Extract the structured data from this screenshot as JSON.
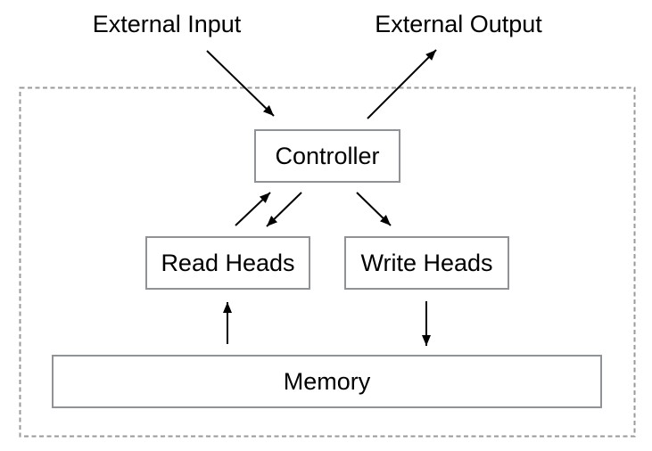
{
  "diagram": {
    "title_implied": "Neural Turing Machine architecture",
    "external_labels": {
      "input": "External Input",
      "output": "External Output"
    },
    "nodes": {
      "controller": "Controller",
      "read_heads": "Read Heads",
      "write_heads": "Write Heads",
      "memory": "Memory"
    },
    "edges": [
      {
        "from": "External Input",
        "to": "Controller",
        "style": "arrow"
      },
      {
        "from": "Controller",
        "to": "External Output",
        "style": "arrow"
      },
      {
        "from": "Read Heads",
        "to": "Controller",
        "style": "arrow"
      },
      {
        "from": "Controller",
        "to": "Read Heads",
        "style": "arrow"
      },
      {
        "from": "Controller",
        "to": "Write Heads",
        "style": "arrow"
      },
      {
        "from": "Memory",
        "to": "Read Heads",
        "style": "arrow"
      },
      {
        "from": "Write Heads",
        "to": "Memory",
        "style": "arrow"
      }
    ],
    "boundary": {
      "type": "dashed-rectangle",
      "encloses": [
        "Controller",
        "Read Heads",
        "Write Heads",
        "Memory"
      ]
    },
    "colors": {
      "background": "#ffffff",
      "text": "#000000",
      "arrow": "#000000",
      "box_border": "#8f9296",
      "dashed_border": "#9a9a9a"
    }
  }
}
